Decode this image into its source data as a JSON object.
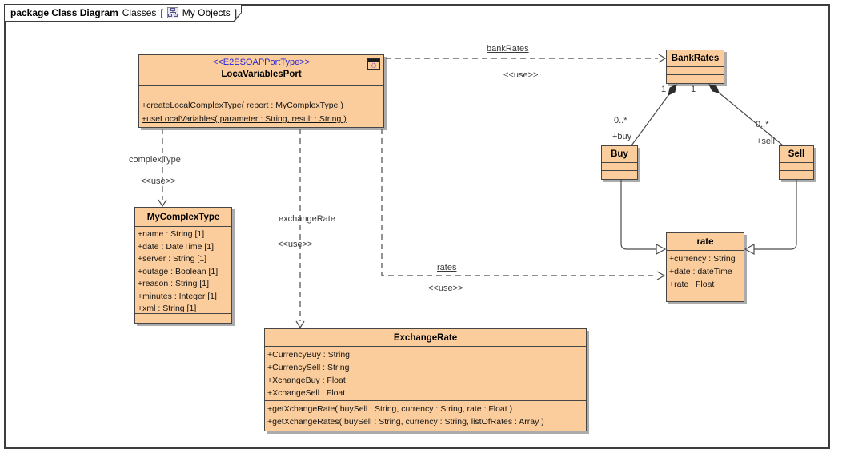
{
  "frame_header": {
    "kind_and_type": "package Class Diagram",
    "name": "Classes",
    "bracket_open": "[",
    "context": "My Objects",
    "bracket_close": "]"
  },
  "icons": {
    "tab_icon": "class-diagram-icon",
    "port_icon": "porttype-badge-icon"
  },
  "classes": {
    "locaVariablesPort": {
      "stereotype": "<<E2ESOAPPortType>>",
      "name": "LocaVariablesPort",
      "operations": [
        "+createLocalComplexType( report : MyComplexType )",
        "+useLocalVariables( parameter : String, result : String )"
      ]
    },
    "myComplexType": {
      "name": "MyComplexType",
      "attributes": [
        "+name : String [1]",
        "+date : DateTime [1]",
        "+server : String [1]",
        "+outage : Boolean [1]",
        "+reason : String [1]",
        "+minutes : Integer [1]",
        "+xml : String [1]"
      ]
    },
    "exchangeRate": {
      "name": "ExchangeRate",
      "attributes": [
        "+CurrencyBuy : String",
        "+CurrencySell : String",
        "+XchangeBuy : Float",
        "+XchangeSell : Float"
      ],
      "operations": [
        "+getXchangeRate( buySell : String, currency : String, rate : Float )",
        "+getXchangeRates( buySell : String, currency : String, listOfRates : Array )"
      ]
    },
    "bankRates": {
      "name": "BankRates"
    },
    "buy": {
      "name": "Buy"
    },
    "sell": {
      "name": "Sell"
    },
    "rate": {
      "name": "rate",
      "attributes": [
        "+currency : String",
        "+date : dateTime",
        "+rate : Float"
      ]
    }
  },
  "connectors": {
    "bankRates": {
      "name": "bankRates",
      "stereotype": "<<use>>"
    },
    "complexType": {
      "name": "complexType",
      "stereotype": "<<use>>"
    },
    "exchangeRate": {
      "name": "exchangeRate",
      "stereotype": "<<use>>"
    },
    "rates": {
      "name": "rates",
      "stereotype": "<<use>>"
    },
    "buyAssociation": {
      "mult_whole": "1",
      "mult_part": "0..*",
      "role": "+buy"
    },
    "sellAssociation": {
      "mult_whole": "1",
      "mult_part": "0..*",
      "role": "+sell"
    }
  },
  "colors": {
    "class_fill": "#FCCD9C",
    "class_border": "#454545",
    "stereotype_text": "#2525DC",
    "shadow": "#ABABAB",
    "connector_line": "#4B4B4B",
    "diamond_fill": "#2D2D2D"
  }
}
